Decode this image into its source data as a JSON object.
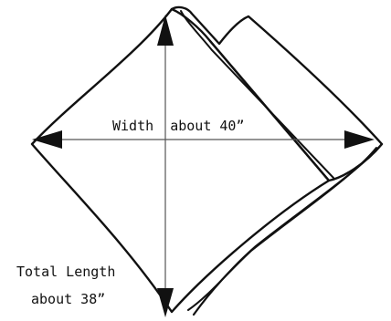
{
  "diagram": {
    "width_label": "Width  about 40”",
    "length_label_line1": "Total Length",
    "length_label_line2": "about 38”"
  },
  "colors": {
    "ink": "#111111",
    "background": "#ffffff"
  }
}
